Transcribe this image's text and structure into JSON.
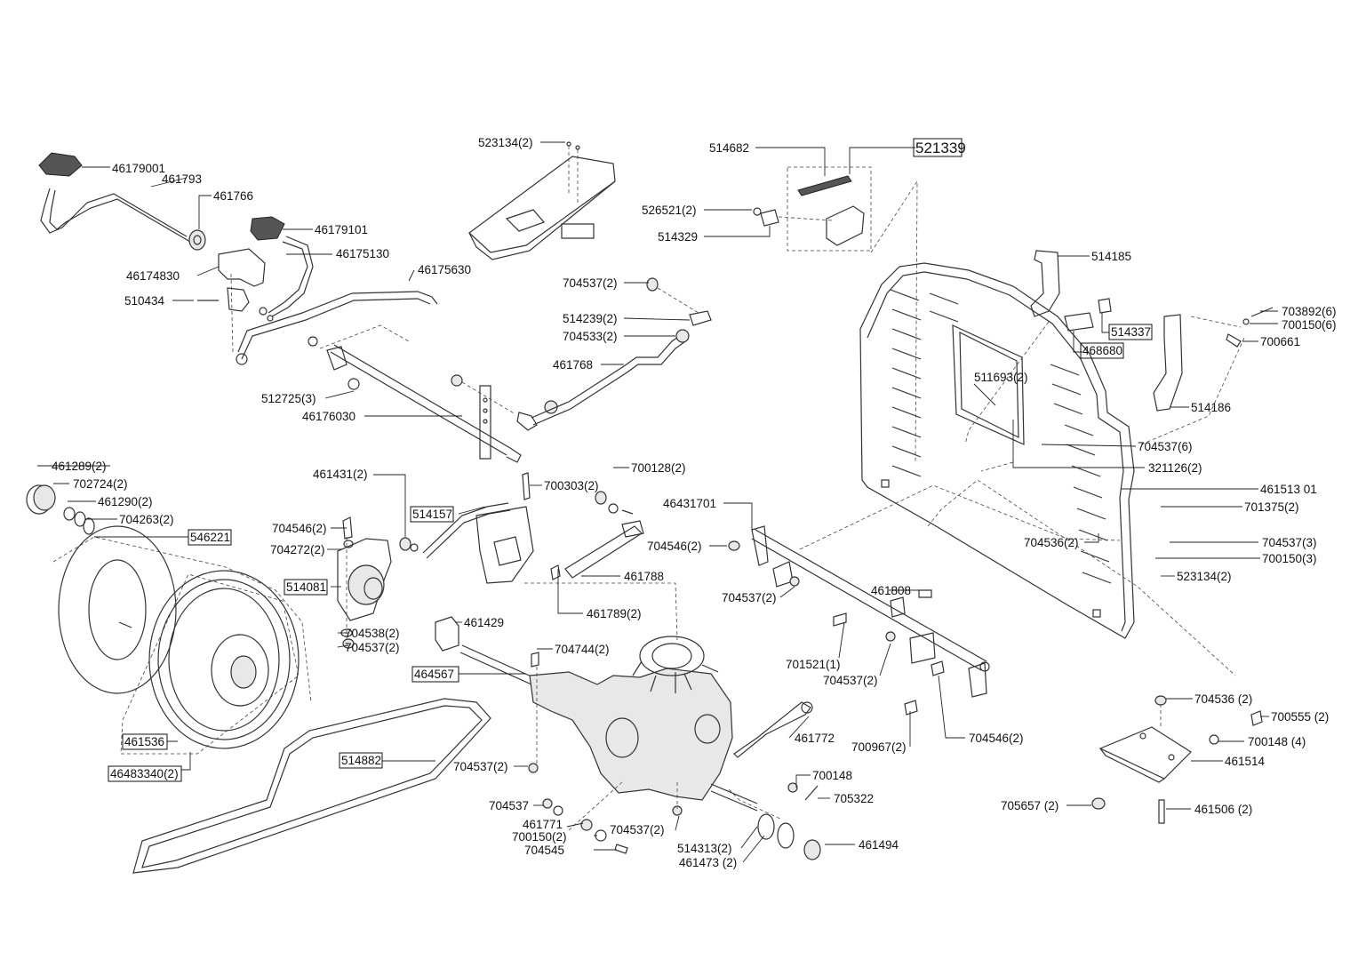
{
  "labels": {
    "l46179001": "46179001",
    "l461793": "461793",
    "l461766": "461766",
    "l46179101": "46179101",
    "l46175130": "46175130",
    "l46174830": "46174830",
    "l46175630": "46175630",
    "l510434": "510434",
    "l512725": "512725(3)",
    "l46176030": "46176030",
    "l523134_top": "523134(2)",
    "l704537_a": "704537(2)",
    "l514239": "514239(2)",
    "l704533": "704533(2)",
    "l461768": "461768",
    "l514682": "514682",
    "l521339": "521339",
    "l526521": "526521(2)",
    "l514329": "514329",
    "l514185": "514185",
    "l703892": "703892(6)",
    "l700150_6": "700150(6)",
    "l514337": "514337",
    "l468680": "468680",
    "l700661": "700661",
    "l511693": "511693(2)",
    "l514186": "514186",
    "l704537_6": "704537(6)",
    "l321126": "321126(2)",
    "l461513": "461513 01",
    "l701375": "701375(2)",
    "l704536_a": "704536(2)",
    "l704537_3": "704537(3)",
    "l700150_3": "700150(3)",
    "l523134_r": "523134(2)",
    "l461289": "461289(2)",
    "l702724": "702724(2)",
    "l461290": "461290(2)",
    "l704263": "704263(2)",
    "l546221": "546221",
    "l461431": "461431(2)",
    "l514157": "514157",
    "l700128": "700128(2)",
    "l700303": "700303(2)",
    "l704546_a": "704546(2)",
    "l704272": "704272(2)",
    "l514081": "514081",
    "l46431701": "46431701",
    "l704546_b": "704546(2)",
    "l461788": "461788",
    "l461789": "461789(2)",
    "l704537_b": "704537(2)",
    "l461808": "461808",
    "l704538": "704538(2)",
    "l704537_c": "704537(2)",
    "l461429": "461429",
    "l704744": "704744(2)",
    "l464567": "464567",
    "l701521": "701521(1)",
    "l704537_d": "704537(2)",
    "l461536": "461536",
    "l46483340": "46483340(2)",
    "l514882": "514882",
    "l461772": "461772",
    "l700967": "700967(2)",
    "l704546_c": "704546(2)",
    "l704536_b": "704536 (2)",
    "l700555": "700555 (2)",
    "l700148_4": "700148 (4)",
    "l461514": "461514",
    "l704537_e": "704537(2)",
    "l700148": "700148",
    "l705322": "705322",
    "l704537_single": "704537",
    "l461771": "461771",
    "l700150_2": "700150(2)",
    "l704537_f": "704537(2)",
    "l704545": "704545",
    "l514313": "514313(2)",
    "l461473": "461473 (2)",
    "l461494": "461494",
    "l705657": "705657 (2)",
    "l461506": "461506 (2)"
  }
}
